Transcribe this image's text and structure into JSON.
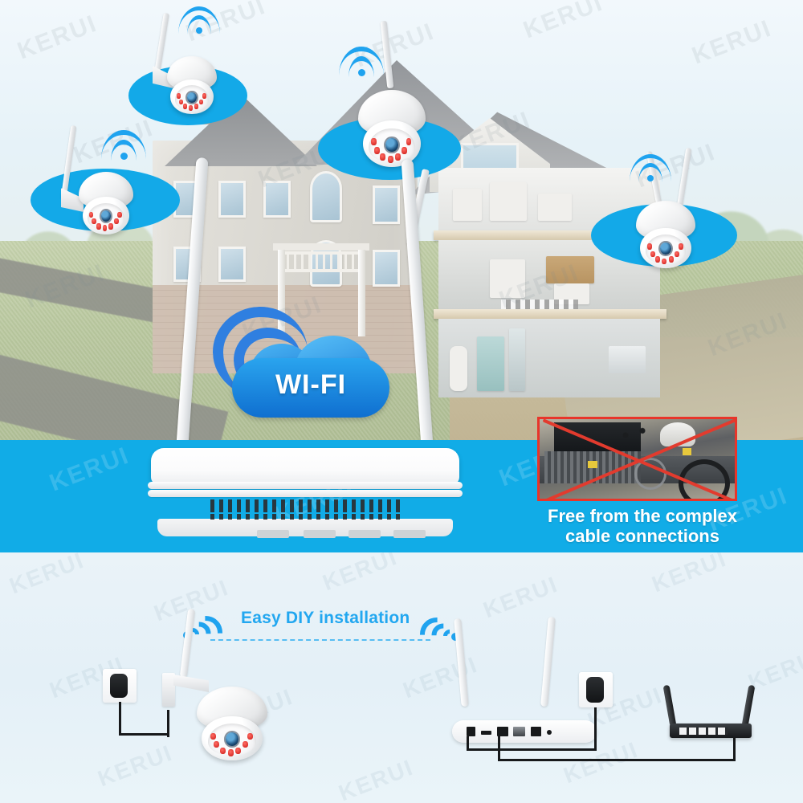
{
  "brand": {
    "watermark": "KERUI"
  },
  "hero": {
    "wifi_badge": {
      "label": "WI-FI",
      "icon": "wifi-cloud-icon"
    },
    "cameras": [
      {
        "name": "camera-top-left",
        "icon": "ptz-camera-icon",
        "signal": "wifi-signal-icon"
      },
      {
        "name": "camera-mid-left",
        "icon": "ptz-camera-icon",
        "signal": "wifi-signal-icon"
      },
      {
        "name": "camera-front-roof",
        "icon": "ptz-camera-icon",
        "signal": "wifi-signal-icon"
      },
      {
        "name": "camera-right-wall",
        "icon": "ptz-camera-icon",
        "signal": "wifi-signal-icon"
      }
    ],
    "nvr": {
      "name": "wireless-nvr-recorder",
      "antennas": 2
    },
    "cable_photo": {
      "caption_line1": "Free from the complex",
      "caption_line2": "cable connections",
      "cross_mark": "red-x-icon"
    },
    "band_color": "#11ace7",
    "ellipse_color": "#13a9e8",
    "accent_blue": "#1fa3ef"
  },
  "bottom": {
    "title": "Easy DIY installation",
    "title_color": "#22a7f0",
    "background": "#e7f1f8",
    "left_diagram": {
      "camera": "ptz-camera-icon",
      "power_adapter": "power-adapter-icon",
      "wifi": "wifi-signal-right-icon"
    },
    "right_diagram": {
      "nvr": "wireless-nvr-recorder",
      "power_adapter": "power-adapter-icon",
      "router": "wifi-router-icon",
      "wifi": "wifi-signal-left-icon",
      "ports": [
        "power",
        "vga",
        "hdmi",
        "lan",
        "usb",
        "audio"
      ]
    }
  }
}
